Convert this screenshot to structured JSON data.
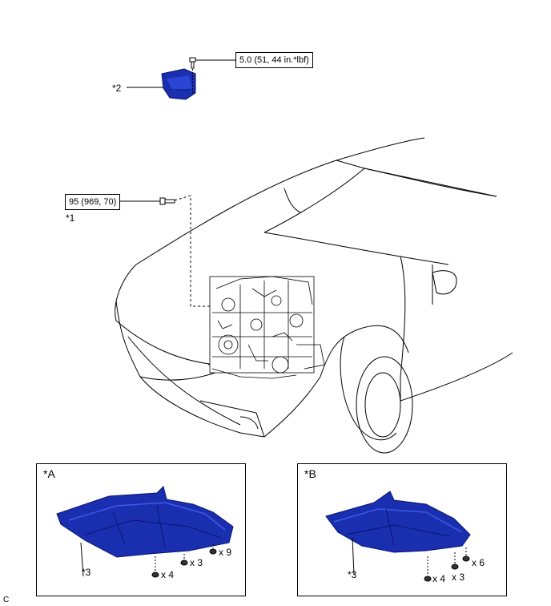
{
  "labels": {
    "torque_bracket": "5.0 (51, 44 in.*lbf)",
    "torque_bolt": "95 (969, 70)",
    "part_1": "*1",
    "part_2": "*2",
    "figure_code": "C"
  },
  "panel_a": {
    "title": "*A",
    "part_label": "*3",
    "fasteners": [
      {
        "qty": "x 4"
      },
      {
        "qty": "x 3"
      },
      {
        "qty": "x 9"
      }
    ]
  },
  "panel_b": {
    "title": "*B",
    "part_label": "*3",
    "fasteners": [
      {
        "qty": "x 4"
      },
      {
        "qty": "x 3"
      },
      {
        "qty": "x 6"
      }
    ]
  },
  "colors": {
    "part_blue": "#1a2fb0",
    "part_dark": "#0a1470",
    "line": "#000000"
  }
}
